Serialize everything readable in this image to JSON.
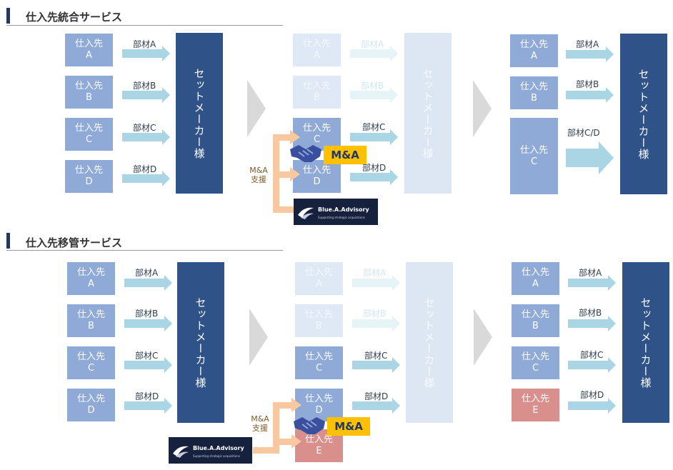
{
  "sections": [
    {
      "title": "仕入先統合サービス"
    },
    {
      "title": "仕入先移管サービス"
    }
  ],
  "supplier_labels": {
    "A": "仕入先\nA",
    "B": "仕入先\nB",
    "C": "仕入先\nC",
    "D": "仕入先\nD",
    "E": "仕入先\nE"
  },
  "parts": {
    "A": "部材A",
    "B": "部材B",
    "C": "部材C",
    "D": "部材D",
    "CD": "部材C/D"
  },
  "maker_label": "セットメーカー様",
  "ma_badge": "M&A",
  "ma_support": "M&A\n支援",
  "logo": {
    "name": "Blue.A.Advisory",
    "tagline": "Supporting strategic acquisitions"
  },
  "colors": {
    "supplier": "#8faad7",
    "maker": "#2f5288",
    "arrow": "#a9d5e4",
    "ma_arrow": "#f8c9a0",
    "badge": "#ffc000",
    "red_supplier": "#d9908d"
  }
}
